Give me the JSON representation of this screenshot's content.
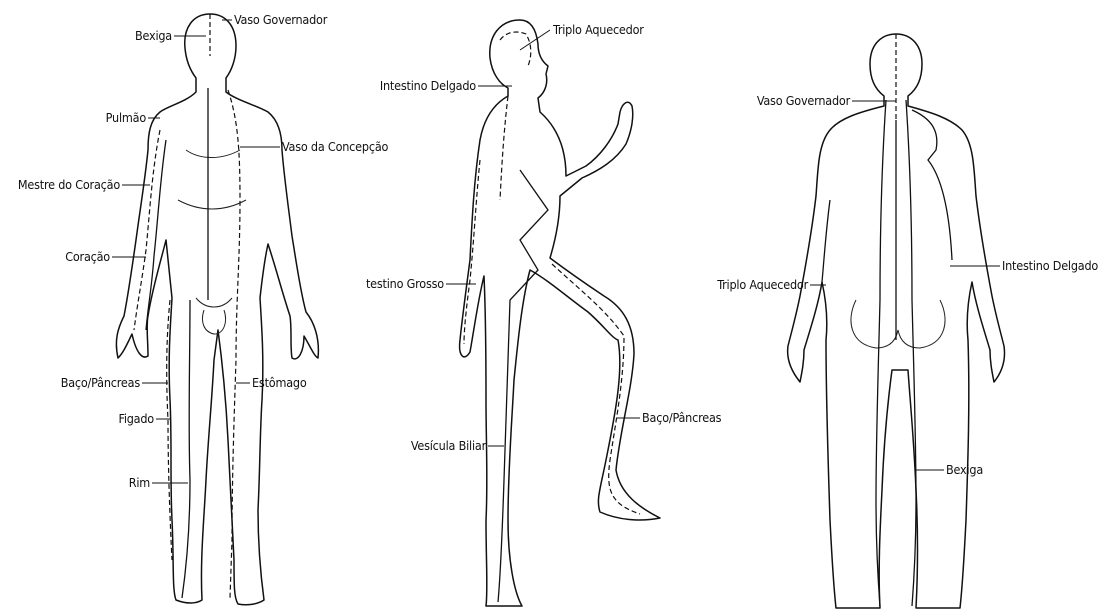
{
  "figures": {
    "front": {
      "labels": {
        "bexiga": "Bexiga",
        "vaso_governador": "Vaso Governador",
        "pulmao": "Pulmão",
        "vaso_concepcao": "Vaso da Concepção",
        "mestre_coracao": "Mestre do Coração",
        "coracao": "Coração",
        "baco_pancreas": "Baço/Pâncreas",
        "estomago": "Estômago",
        "figado": "Figado",
        "rim": "Rim"
      }
    },
    "side": {
      "labels": {
        "triplo_aquecedor": "Triplo Aquecedor",
        "intestino_delgado": "Intestino Delgado",
        "intestino_grosso": "testino Grosso",
        "baco_pancreas": "Baço/Pâncreas",
        "vesicula_biliar": "Vesícula Biliar"
      }
    },
    "back": {
      "labels": {
        "vaso_governador": "Vaso Governador",
        "intestino_delgado": "Intestino Delgado",
        "triplo_aquecedor": "Triplo Aquecedor",
        "bexiga": "Bexiga"
      }
    }
  }
}
